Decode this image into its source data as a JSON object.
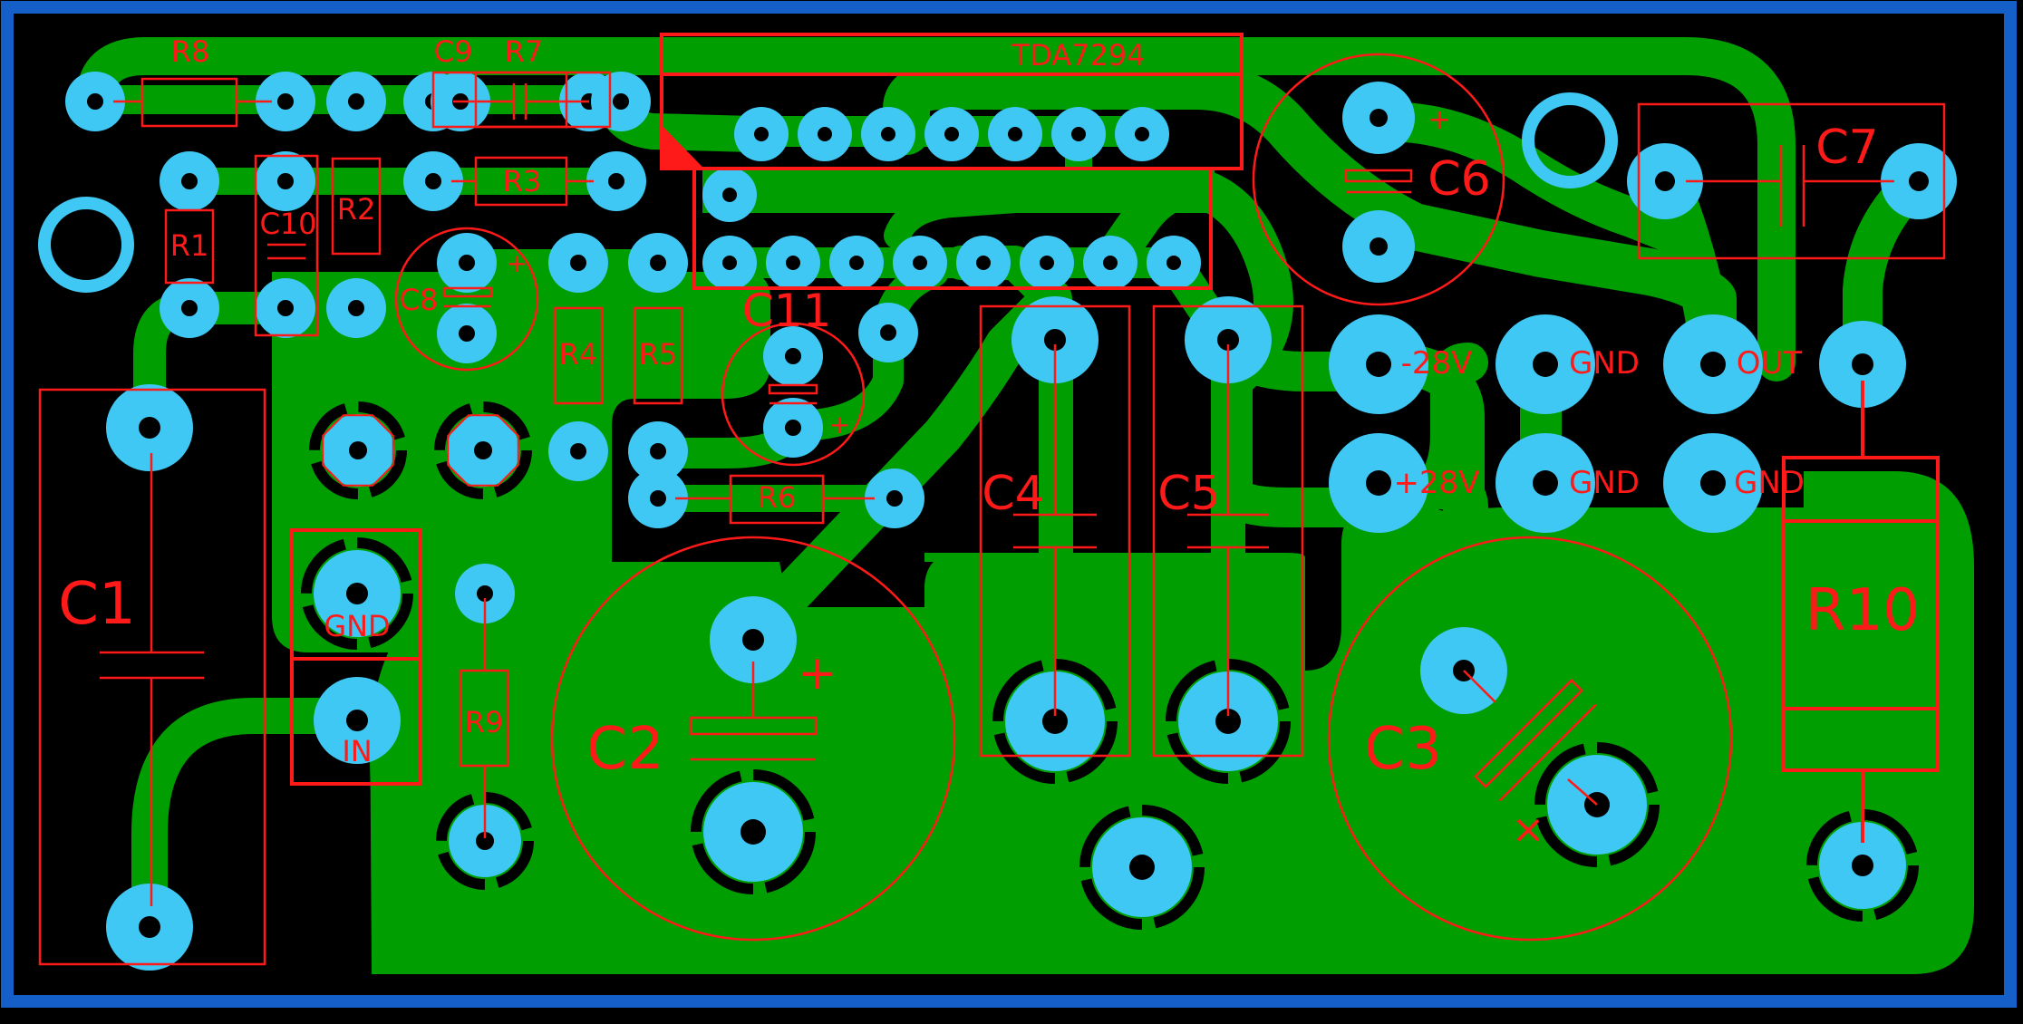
{
  "title": "TDA7294 amplifier PCB layout",
  "colors": {
    "background": "#000000",
    "board_edge": "#1560c8",
    "copper": "#009e00",
    "pad": "#3ec8f3",
    "drill": "#000000",
    "silkscreen": "#ff1a1a"
  },
  "ic_label": "TDA7294",
  "components": {
    "R1": "R1",
    "R2": "R2",
    "R3": "R3",
    "R4": "R4",
    "R5": "R5",
    "R6": "R6",
    "R7": "R7",
    "R8": "R8",
    "R9": "R9",
    "R10": "R10",
    "C1": "C1",
    "C2": "C2",
    "C3": "C3",
    "C4": "C4",
    "C5": "C5",
    "C6": "C6",
    "C7": "C7",
    "C8": "C8",
    "C9": "C9",
    "C10": "C10",
    "C11": "C11"
  },
  "connectors": {
    "neg_supply": "-28V",
    "pos_supply": "+28V",
    "gnd_1": "GND",
    "gnd_2": "GND",
    "gnd_3": "GND",
    "output": "OUT",
    "input_gnd": "GND",
    "input": "IN"
  },
  "polarity": {
    "plus": "+",
    "cross": "×"
  }
}
